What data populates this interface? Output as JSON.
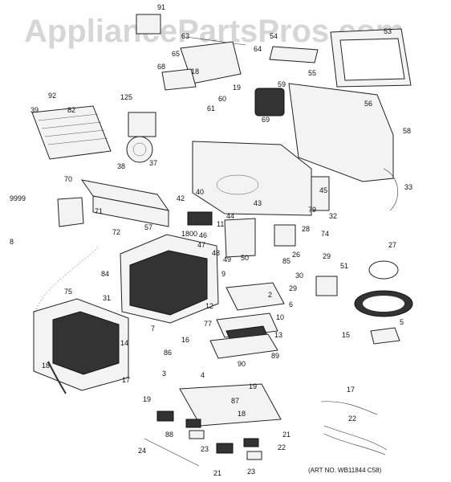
{
  "watermark": "AppliancePartsPros.com",
  "art_no": "(ART NO. WB11844 C58)",
  "callouts": [
    "91",
    "63",
    "64",
    "65",
    "54",
    "53",
    "68",
    "18",
    "19",
    "55",
    "92",
    "39",
    "82",
    "125",
    "60",
    "59",
    "61",
    "56",
    "69",
    "58",
    "38",
    "37",
    "70",
    "9999",
    "71",
    "40",
    "42",
    "44",
    "43",
    "45",
    "79",
    "32",
    "33",
    "57",
    "72",
    "8",
    "1800",
    "11",
    "46",
    "47",
    "48",
    "50",
    "49",
    "28",
    "74",
    "26",
    "29",
    "27",
    "84",
    "85",
    "9",
    "30",
    "51",
    "29",
    "75",
    "31",
    "2",
    "7",
    "12",
    "6",
    "10",
    "77",
    "13",
    "14",
    "15",
    "5",
    "89",
    "86",
    "16",
    "18",
    "17",
    "3",
    "4",
    "90",
    "19",
    "17",
    "87",
    "18",
    "19",
    "21",
    "22",
    "88",
    "24",
    "23",
    "22",
    "21",
    "23"
  ]
}
